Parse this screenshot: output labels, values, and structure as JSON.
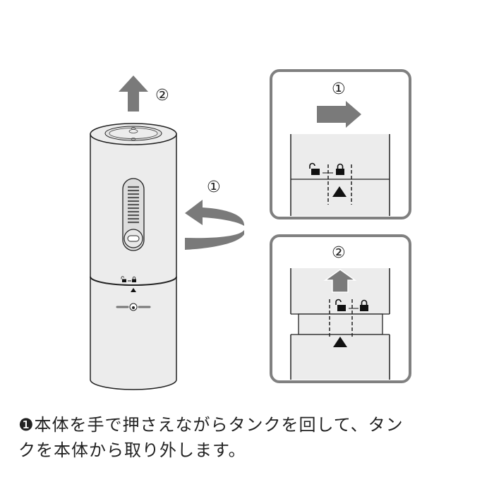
{
  "diagram": {
    "main_labels": {
      "step1": "①",
      "step2": "②"
    },
    "panel1": {
      "label": "①"
    },
    "panel2": {
      "label": "②"
    },
    "colors": {
      "arrow": "#7a7a7a",
      "panel_border": "#808080",
      "body_fill": "#ececec",
      "line": "#222222"
    }
  },
  "caption": {
    "line1": "❶本体を手で押さえながらタンクを回して、タン",
    "line2": "クを本体から取り外します。"
  }
}
